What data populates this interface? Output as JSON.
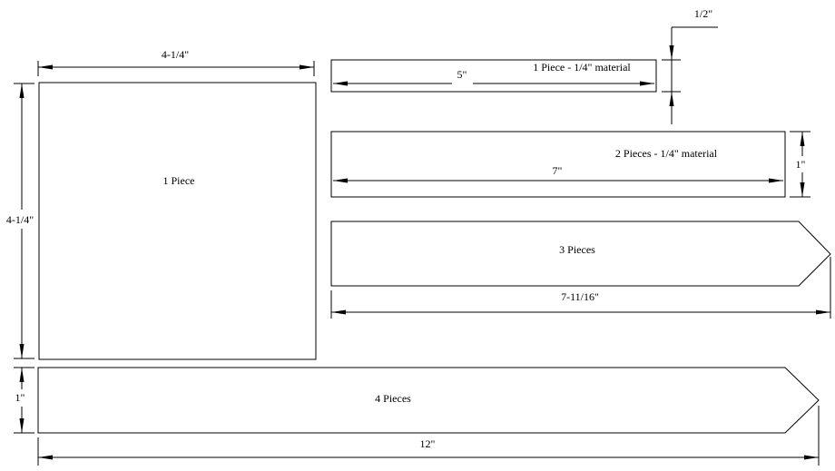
{
  "pieces": {
    "square": {
      "label": "1 Piece",
      "width_dim": "4-1/4\"",
      "height_dim": "4-1/4\""
    },
    "small_strip": {
      "label": "1 Piece  - 1/4\" material",
      "length_dim": "5\"",
      "thickness_dim": "1/2\""
    },
    "medium_strip": {
      "label": "2 Pieces - 1/4\" material",
      "length_dim": "7\"",
      "height_dim": "1\""
    },
    "pointed_short": {
      "label": "3 Pieces",
      "length_dim": "7-11/16\""
    },
    "pointed_long": {
      "label": "4 Pieces",
      "length_dim": "12\"",
      "height_dim": "1\""
    }
  }
}
